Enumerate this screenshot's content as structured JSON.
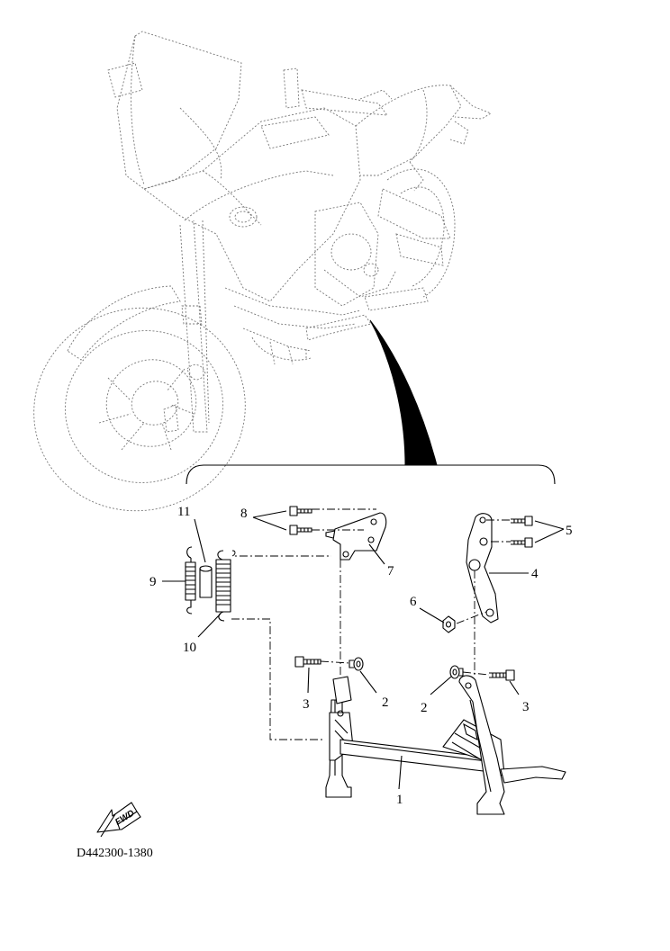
{
  "diagram": {
    "drawing_code": "D442300-1380",
    "fwd_label": "FWD",
    "callouts": [
      {
        "id": "c1",
        "label": "1"
      },
      {
        "id": "c2a",
        "label": "2"
      },
      {
        "id": "c2b",
        "label": "2"
      },
      {
        "id": "c3a",
        "label": "3"
      },
      {
        "id": "c3b",
        "label": "3"
      },
      {
        "id": "c4",
        "label": "4"
      },
      {
        "id": "c5",
        "label": "5"
      },
      {
        "id": "c6",
        "label": "6"
      },
      {
        "id": "c7",
        "label": "7"
      },
      {
        "id": "c8",
        "label": "8"
      },
      {
        "id": "c9",
        "label": "9"
      },
      {
        "id": "c10",
        "label": "10"
      },
      {
        "id": "c11",
        "label": "11"
      }
    ]
  }
}
